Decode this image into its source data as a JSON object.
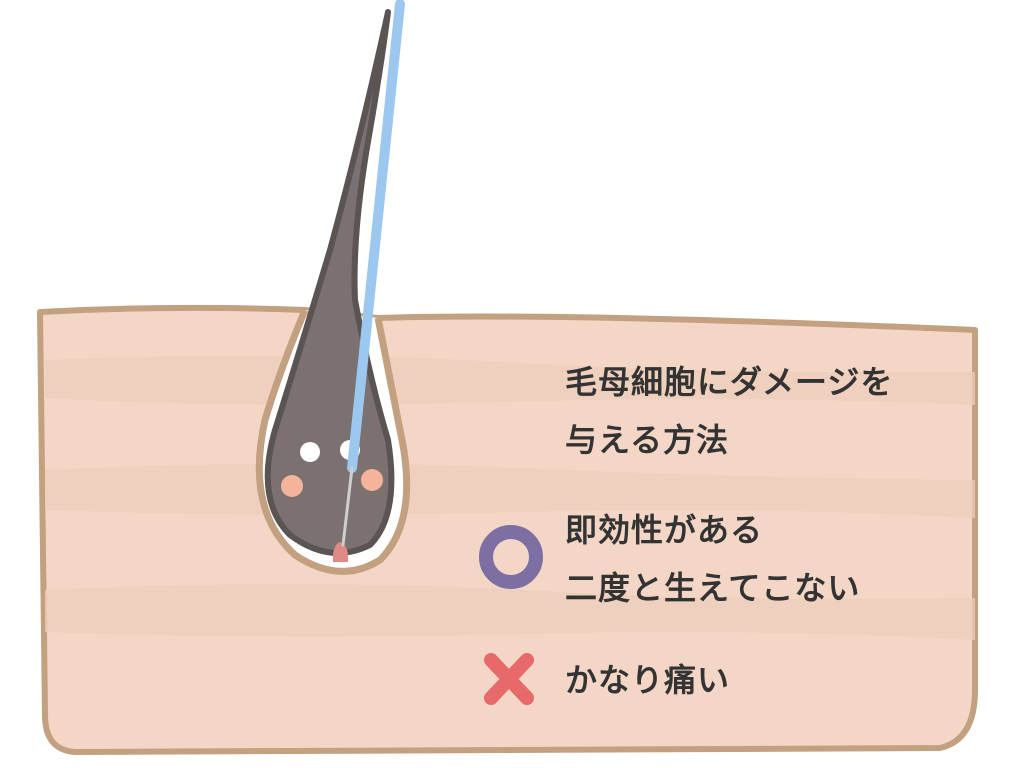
{
  "caption": {
    "line1": "毛母細胞にダメージを",
    "line2": "与える方法"
  },
  "pro": {
    "line1": "即効性がある",
    "line2": "二度と生えてこない",
    "mark_color": "#7d6fa3"
  },
  "con": {
    "line1": "かなり痛い",
    "mark_color": "#e8696a"
  },
  "colors": {
    "skin_fill": "#f3d6c6",
    "skin_band": "#eed0bf",
    "skin_outline": "#c2a080",
    "hair_fill": "#7a7170",
    "hair_outline": "#5a5453",
    "needle": "#9cc8f0",
    "papilla": "#e08a86",
    "dots_white": "#ffffff",
    "dots_peach": "#f4b39a"
  }
}
